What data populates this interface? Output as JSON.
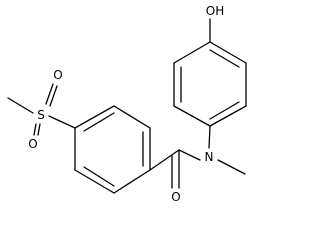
{
  "structure": {
    "atoms": {
      "oh": "OH",
      "s": "S",
      "o_sulfonyl_upper": "O",
      "o_sulfonyl_lower": "O",
      "o_carbonyl": "O",
      "n": "N"
    }
  },
  "colors": {
    "bond": "#000000",
    "label": "#000000",
    "background": "#ffffff"
  }
}
